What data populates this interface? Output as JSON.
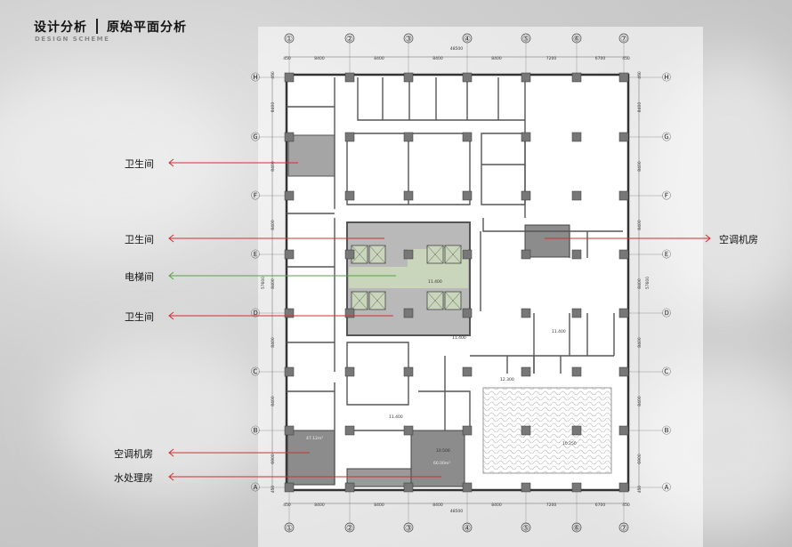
{
  "header": {
    "title_left": "设计分析",
    "title_right": "原始平面分析",
    "subtitle": "DESIGN SCHEME"
  },
  "grid": {
    "columns": [
      "①",
      "②",
      "③",
      "④",
      "⑤",
      "⑥",
      "⑦"
    ],
    "rows": [
      "Ⓗ",
      "Ⓖ",
      "Ⓕ",
      "Ⓔ",
      "Ⓓ",
      "Ⓒ",
      "Ⓑ",
      "Ⓐ"
    ],
    "horizontal_dims": [
      "450",
      "8400",
      "8400",
      "8400",
      "8400",
      "7200",
      "6700",
      "450"
    ],
    "horizontal_total": "48500",
    "vertical_dims": [
      "450",
      "8400",
      "8400",
      "8400",
      "8400",
      "8400",
      "8400",
      "6900",
      "450"
    ],
    "vertical_total": "57600"
  },
  "plan_labels": {
    "elev_core": "11.400",
    "elev_core_bottom": "11.400",
    "elev_right": "11.400",
    "elev_mid": "11.400",
    "elev_pool_top": "12.300",
    "elev_water": "10.500",
    "elev_pool": "10.250",
    "ac_room_area": "47.12m²",
    "water_room_area": "60.00m²"
  },
  "annotations": [
    {
      "text": "卫生间",
      "color": "#d0302f"
    },
    {
      "text": "卫生间",
      "color": "#d0302f"
    },
    {
      "text": "电梯间",
      "color": "#5aa04a"
    },
    {
      "text": "卫生间",
      "color": "#d0302f"
    },
    {
      "text": "空调机房",
      "color": "#d0302f"
    },
    {
      "text": "水处理房",
      "color": "#d0302f"
    },
    {
      "text": "空调机房",
      "color": "#d0302f"
    }
  ]
}
